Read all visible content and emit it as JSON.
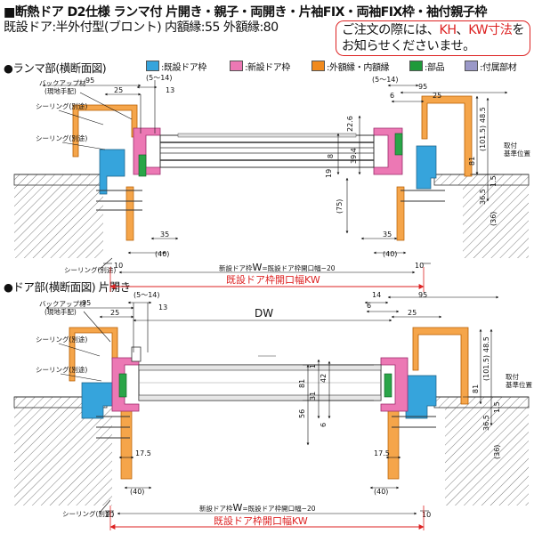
{
  "header": {
    "line1": "■断熱ドア D2仕様 ランマ付 片開き・親子・両開き・片袖FIX・両袖FIX枠・袖付親子枠",
    "line2": "既設ドア:半外付型(ブロント) 内額縁:55 外額縁:80",
    "notice_a": "ご注文の際には、",
    "notice_kh": "KH",
    "notice_sep": "、",
    "notice_kw": "KW寸法",
    "notice_b": "を",
    "notice_c": "お知らせくださいませ。"
  },
  "sections": {
    "ranma": "●ランマ部(横断面図)",
    "door": "●ドア部(横断面図) 片開き"
  },
  "legend": [
    {
      "label": ":既設ドア枠",
      "color": "#36a4dc"
    },
    {
      "label": ":新設ドア枠",
      "color": "#ec78b4"
    },
    {
      "label": ":外額縁・内額縁",
      "color": "#f08a1e"
    },
    {
      "label": ":部品",
      "color": "#1e9a3a"
    },
    {
      "label": ":付属部材",
      "color": "#9a98c8"
    }
  ],
  "labels": {
    "backup": "バックアップ材",
    "genba": "(現地手配)",
    "sealing": "シーリング(別途)",
    "toritsuke": "取付",
    "kijun": "基準位置",
    "dw": "DW",
    "formula_pre": "新設ドア枠",
    "formula_w": "W",
    "formula_post": "=既設ドア枠開口幅−20",
    "kw_label": "既設ドア枠開口幅KW"
  },
  "dims_top": {
    "d95l": "95",
    "d25l": "25",
    "d5_14l": "(5〜14)",
    "d13": "13",
    "d5_14r": "(5〜14)",
    "d6": "6",
    "d95r": "95",
    "d25r": "25",
    "d226": "22.6",
    "d8": "8",
    "d19": "19",
    "d394": "39.4",
    "d75": "(75)",
    "d35l": "35",
    "d40l": "(40)",
    "d10l": "10",
    "d35r": "35",
    "d40r": "(40)",
    "d10r": "10",
    "d485": "48.5",
    "d1015": "(101.5)",
    "d81": "81",
    "d365": "36.5",
    "d15": "1.5",
    "d36": "(36)"
  },
  "dims_bot": {
    "d95l": "95",
    "d25l": "25",
    "d5_14l": "(5〜14)",
    "d13": "13",
    "d14": "14",
    "d95r": "95",
    "d6": "6",
    "d25r": "25",
    "d56": "56",
    "d81": "81",
    "d1": "1",
    "d42": "42",
    "d31": "31",
    "d6b": "6",
    "d485": "48.5",
    "d1015": "(101.5)",
    "d81r": "81",
    "d365": "36.5",
    "d15": "1.5",
    "d36": "(36)",
    "d175l": "17.5",
    "d40l": "(40)",
    "d10l": "10",
    "d175r": "17.5",
    "d40r": "(40)",
    "d10r": "10"
  }
}
